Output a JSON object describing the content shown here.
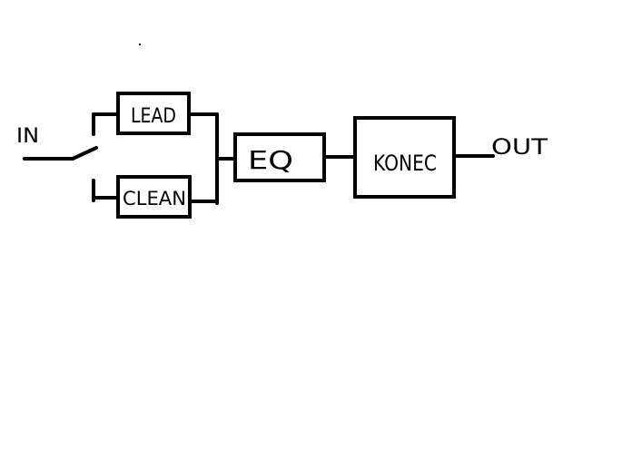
{
  "diagram": {
    "type": "signal-flow block diagram (hand-drawn)",
    "input_label": "IN",
    "output_label": "OUT",
    "blocks": {
      "lead": "LEAD",
      "clean": "CLEAN",
      "eq": "EQ",
      "konec": "KONEC"
    },
    "connections": [
      {
        "from": "IN",
        "to": "switch"
      },
      {
        "from": "switch",
        "to": "LEAD"
      },
      {
        "from": "switch",
        "to": "CLEAN"
      },
      {
        "from": "LEAD",
        "to": "EQ"
      },
      {
        "from": "CLEAN",
        "to": "EQ"
      },
      {
        "from": "EQ",
        "to": "KONEC"
      },
      {
        "from": "KONEC",
        "to": "OUT"
      }
    ],
    "colors": {
      "stroke": "#000000",
      "background": "#ffffff"
    }
  }
}
